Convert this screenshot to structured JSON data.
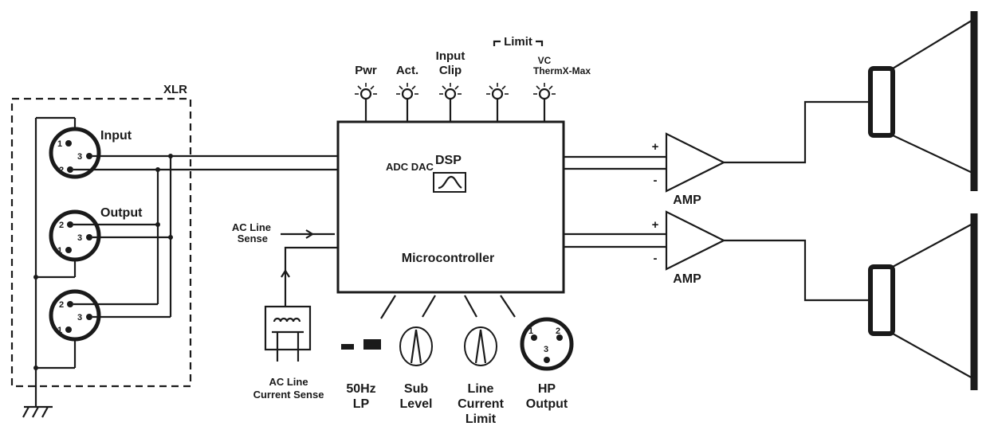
{
  "xlr": {
    "title": "XLR",
    "input": "Input",
    "output": "Output"
  },
  "pins": {
    "p1": "1",
    "p2": "2",
    "p3": "3"
  },
  "leds": [
    {
      "label": "Pwr"
    },
    {
      "label": "Act."
    },
    {
      "label": "Input",
      "label2": "Clip"
    },
    {
      "label": ""
    },
    {
      "label": "VC",
      "label2": "ThermX-Max"
    }
  ],
  "limit_bracket": "Limit",
  "box": {
    "adc_dac": "ADC DAC",
    "dsp": "DSP",
    "micro": "Microcontroller"
  },
  "ac_sense": {
    "line1": "AC Line",
    "line2": "Sense"
  },
  "ac_current": {
    "line1": "AC Line",
    "line2": "Current Sense"
  },
  "controls": [
    {
      "line1": "50Hz",
      "line2": "LP"
    },
    {
      "line1": "Sub",
      "line2": "Level"
    },
    {
      "line1": "Line",
      "line2": "Current",
      "line3": "Limit"
    },
    {
      "line1": "HP",
      "line2": "Output"
    }
  ],
  "amps": [
    {
      "label": "AMP",
      "plus": "+",
      "minus": "-"
    },
    {
      "label": "AMP",
      "plus": "+",
      "minus": "-"
    }
  ],
  "colors": {
    "ink": "#1a1a1a",
    "background": "#ffffff"
  }
}
